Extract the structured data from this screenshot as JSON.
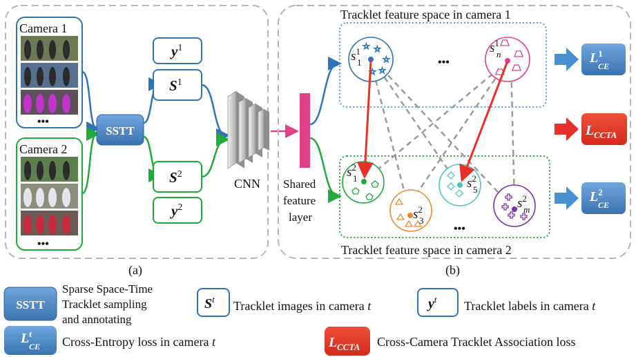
{
  "panel_a": {
    "camera1_label": "Camera 1",
    "camera2_label": "Camera 2",
    "ellipsis": "•••",
    "sstt_label": "SSTT",
    "y1_base": "y",
    "y1_sup": "1",
    "s1_base": "S",
    "s1_sup": "1",
    "s2_base": "S",
    "s2_sup": "2",
    "y2_base": "y",
    "y2_sup": "2",
    "cnn_label": "CNN",
    "caption": "(a)"
  },
  "shared_layer": {
    "line1": "Shared",
    "line2": "feature",
    "line3": "layer"
  },
  "panel_b": {
    "space1_title": "Tracklet feature space in camera 1",
    "space2_title": "Tracklet feature space in camera 2",
    "ellipsis": "•••",
    "caption": "(b)",
    "s11": {
      "base": "s",
      "sup": "1",
      "sub": "1"
    },
    "sn1": {
      "base": "s",
      "sup": "1",
      "sub": "n"
    },
    "s12": {
      "base": "s",
      "sup": "2",
      "sub": "1"
    },
    "s32": {
      "base": "s",
      "sup": "2",
      "sub": "3"
    },
    "s52": {
      "base": "s",
      "sup": "2",
      "sub": "5"
    },
    "sm2": {
      "base": "s",
      "sup": "2",
      "sub": "m"
    },
    "loss_ce1": {
      "base": "L",
      "sup": "1",
      "sub": "CE"
    },
    "loss_ccta": {
      "base": "L",
      "sub": "CCTA"
    },
    "loss_ce2": {
      "base": "L",
      "sup": "2",
      "sub": "CE"
    }
  },
  "legend": {
    "sstt_box": "SSTT",
    "sstt_desc_1": "Sparse Space-Time",
    "sstt_desc_2": "Tracklet sampling",
    "sstt_desc_3": "and annotating",
    "st_base": "S",
    "st_sup": "t",
    "st_desc": "Tracklet images in camera ",
    "st_desc_var": "t",
    "yt_base": "y",
    "yt_sup": "t",
    "yt_desc": "Tracklet labels in camera ",
    "yt_desc_var": "t",
    "lce_base": "L",
    "lce_sup": "t",
    "lce_sub": "CE",
    "lce_desc": "Cross-Entropy loss in camera ",
    "lce_desc_var": "t",
    "lccta_base": "L",
    "lccta_sub": "CCTA",
    "lccta_desc": "Cross-Camera Tracklet Association loss"
  },
  "colors": {
    "blue": "#2e75b6",
    "green": "#1faa3a",
    "pink": "#e0428a",
    "red": "#e8302a",
    "orange": "#ee8a2f",
    "teal": "#4bc7c2",
    "purple": "#7a2fa8",
    "dash_gray": "#999999"
  }
}
